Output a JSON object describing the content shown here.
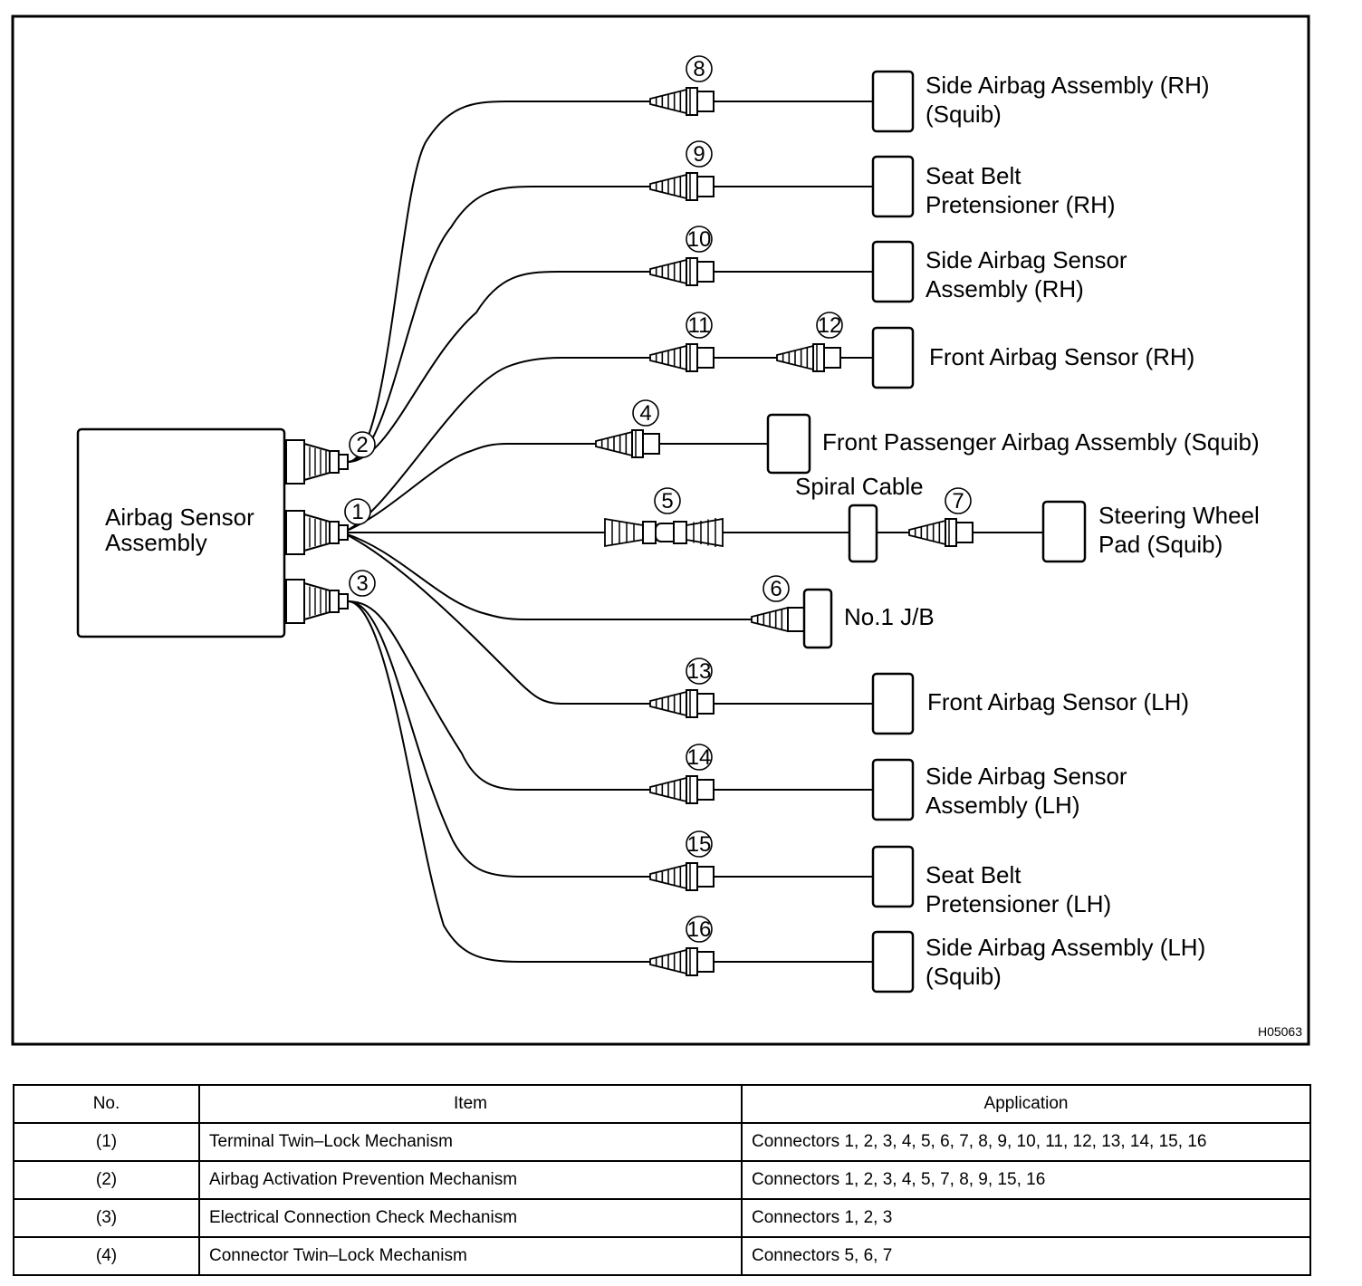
{
  "diagram": {
    "sensor_assembly_label": [
      "Airbag Sensor",
      "Assembly"
    ],
    "figure_code": "H05063",
    "connector_numbers": {
      "c1": "1",
      "c2": "2",
      "c3": "3",
      "c4": "4",
      "c5": "5",
      "c6": "6",
      "c7": "7",
      "c8": "8",
      "c9": "9",
      "c10": "10",
      "c11": "11",
      "c12": "12",
      "c13": "13",
      "c14": "14",
      "c15": "15",
      "c16": "16"
    },
    "components": {
      "side_airbag_rh": [
        "Side Airbag Assembly (RH)",
        "(Squib)"
      ],
      "seat_belt_rh": [
        "Seat Belt",
        "Pretensioner (RH)"
      ],
      "side_sensor_rh": [
        "Side Airbag Sensor",
        "Assembly (RH)"
      ],
      "front_sensor_rh": [
        "Front Airbag Sensor (RH)"
      ],
      "front_passenger": [
        "Front Passenger Airbag Assembly (Squib)"
      ],
      "spiral_cable": [
        "Spiral Cable"
      ],
      "steering_pad": [
        "Steering Wheel",
        "Pad (Squib)"
      ],
      "jb": [
        "No.1 J/B"
      ],
      "front_sensor_lh": [
        "Front Airbag Sensor (LH)"
      ],
      "side_sensor_lh": [
        "Side Airbag Sensor",
        "Assembly (LH)"
      ],
      "seat_belt_lh": [
        "Seat Belt",
        "Pretensioner (LH)"
      ],
      "side_airbag_lh": [
        "Side Airbag Assembly (LH)",
        "(Squib)"
      ]
    }
  },
  "table": {
    "headers": [
      "No.",
      "Item",
      "Application"
    ],
    "rows": [
      {
        "no": "(1)",
        "item": "Terminal Twin–Lock Mechanism",
        "application": "Connectors 1, 2, 3, 4, 5, 6, 7, 8, 9, 10, 11, 12, 13, 14, 15, 16"
      },
      {
        "no": "(2)",
        "item": "Airbag Activation Prevention Mechanism",
        "application": "Connectors 1, 2, 3, 4, 5, 7, 8, 9, 15, 16"
      },
      {
        "no": "(3)",
        "item": "Electrical Connection Check Mechanism",
        "application": "Connectors 1, 2, 3"
      },
      {
        "no": "(4)",
        "item": "Connector Twin–Lock Mechanism",
        "application": "Connectors 5, 6, 7"
      }
    ]
  }
}
